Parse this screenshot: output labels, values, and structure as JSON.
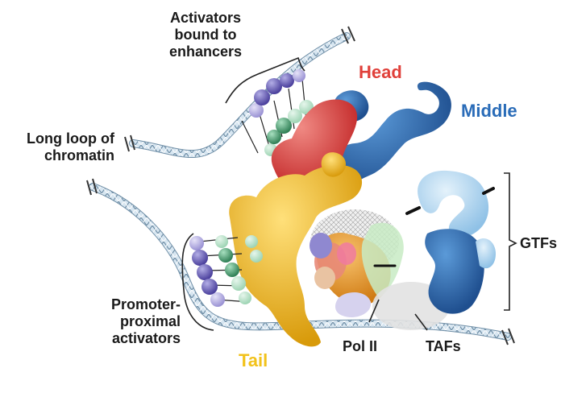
{
  "labels": {
    "activators_enhancers": [
      "Activators",
      "bound to",
      "enhancers"
    ],
    "head": "Head",
    "middle": "Middle",
    "long_loop": [
      "Long loop of",
      "chromatin"
    ],
    "gtfs": "GTFs",
    "promoter_proximal": [
      "Promoter-",
      "proximal",
      "activators"
    ],
    "tail": "Tail",
    "pol_ii": "Pol II",
    "tafs": "TAFs"
  },
  "colors": {
    "head": "#e0403a",
    "middle": "#2a6cb8",
    "tail": "#f2c21a",
    "gtfs": "#a7cfee",
    "pol_ii": "#e79a2a",
    "tafs": "#dcdcdc",
    "activator_purple": "#6c62b6",
    "activator_green": "#3e9a6a",
    "dna": "#9fb8cc"
  }
}
